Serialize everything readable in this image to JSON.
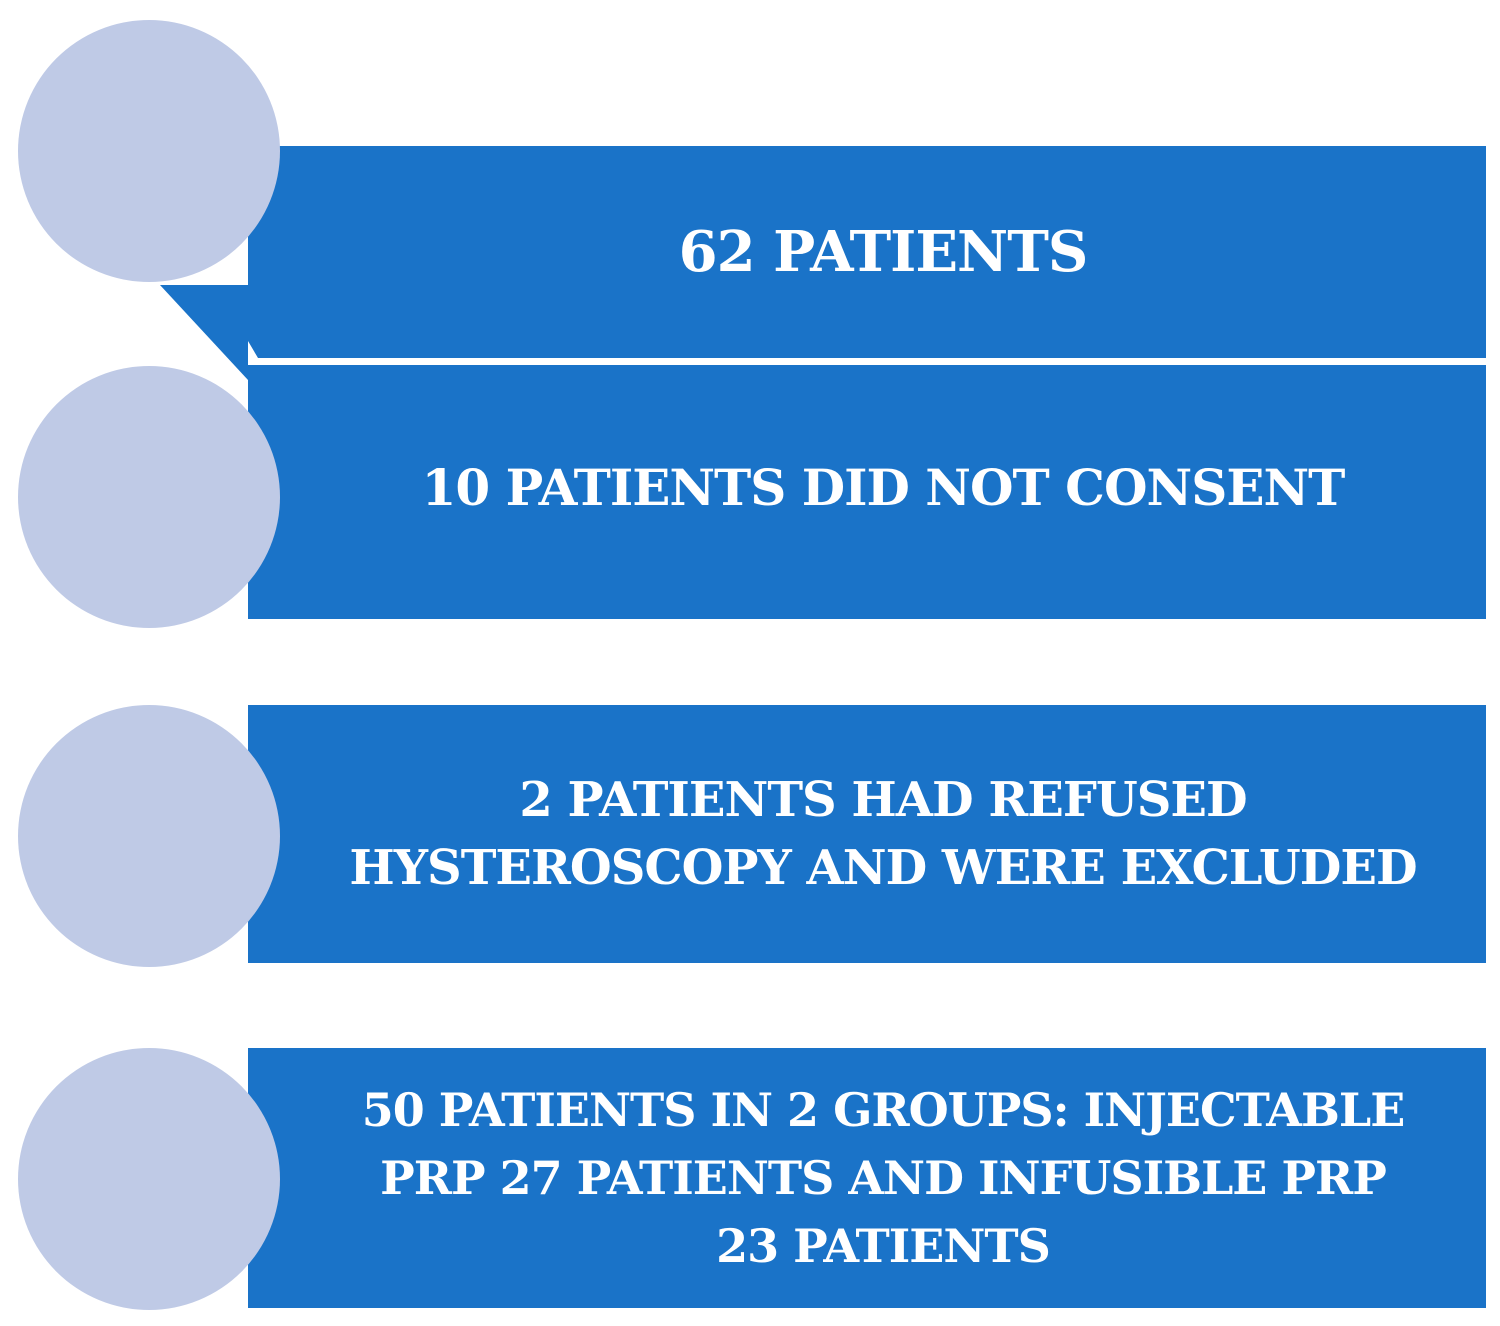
{
  "colors": {
    "bar": "#1a73c8",
    "circle": "#bfcae6",
    "text": "#ffffff",
    "background": "#ffffff"
  },
  "steps": [
    {
      "text": "62 PATIENTS"
    },
    {
      "text": "10 PATIENTS DID NOT CONSENT"
    },
    {
      "text": "2 PATIENTS HAD  REFUSED\nHYSTEROSCOPY AND WERE EXCLUDED"
    },
    {
      "text": "50 PATIENTS IN 2 GROUPS: INJECTABLE\nPRP 27 PATIENTS AND INFUSIBLE PRP\n23 PATIENTS"
    }
  ]
}
